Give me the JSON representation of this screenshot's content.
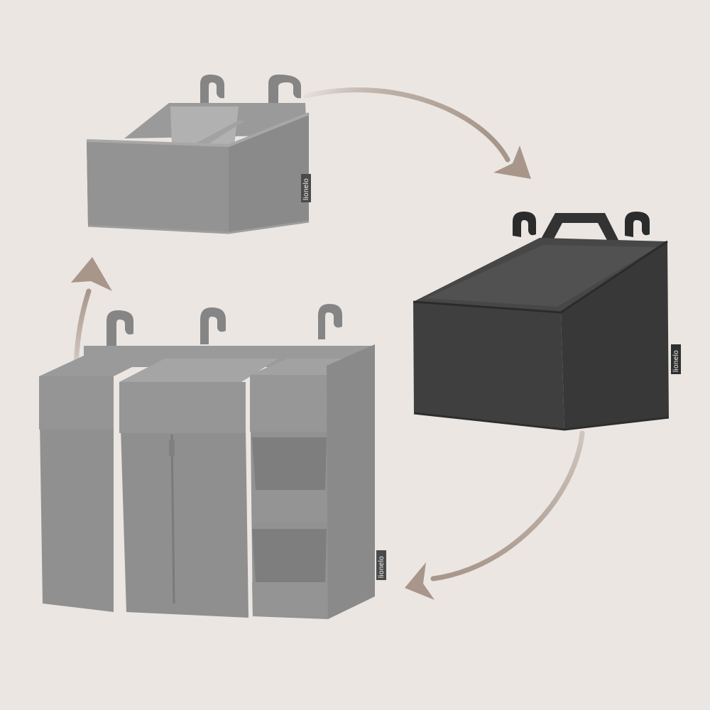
{
  "scene": {
    "background_color": "#ebe6e2",
    "arrow_color": "#a8968a",
    "products": [
      {
        "id": "small-organizer",
        "color": "#8f8f8f",
        "brand_label": "lionelo"
      },
      {
        "id": "closed-organizer",
        "color": "#3e3e3e",
        "brand_label": "lionelo"
      },
      {
        "id": "large-organizer",
        "color": "#8f8f8f",
        "brand_label": "lionelo"
      }
    ]
  }
}
